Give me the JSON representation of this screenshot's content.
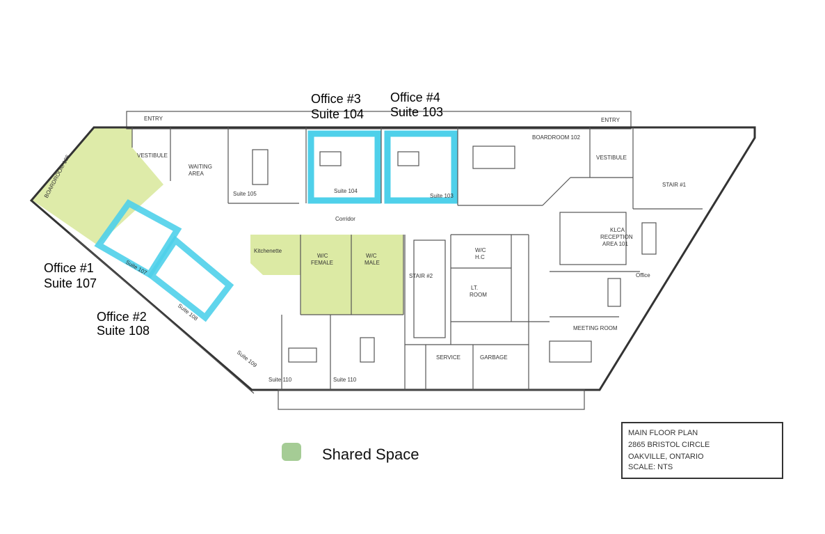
{
  "colors": {
    "shared": "#d8e89a",
    "office": "#4fd0ea",
    "wall": "#333333"
  },
  "rooms": {
    "entry_left": "ENTRY",
    "entry_right": "ENTRY",
    "vestibule_left": "VESTIBULE",
    "vestibule_right": "VESTIBULE",
    "waiting_1": "WAITING",
    "waiting_2": "AREA",
    "boardroom_106": "BOARDROOM 106",
    "suite_105": "Suite 105",
    "suite_104": "Suite 104",
    "suite_103": "Suite 103",
    "boardroom_102": "BOARDROOM 102",
    "stair_1": "STAIR #1",
    "corridor": "Corridor",
    "kitchenette": "Kitchenette",
    "wc_female_1": "W/C",
    "wc_female_2": "FEMALE",
    "wc_male_1": "W/C",
    "wc_male_2": "MALE",
    "stair_2": "STAIR #2",
    "wc_hc_1": "W/C",
    "wc_hc_2": "H.C",
    "lt_room_1": "LT.",
    "lt_room_2": "ROOM",
    "reception_1": "KLCA",
    "reception_2": "RECEPTION",
    "reception_3": "AREA 101",
    "office": "Office",
    "meeting_room": "MEETING ROOM",
    "service": "SERVICE",
    "garbage": "GARBAGE",
    "suite_107": "Suite 107",
    "suite_108": "Suite 108",
    "suite_109": "Suite 109",
    "suite_110_a": "Suite 110",
    "suite_110_b": "Suite 110"
  },
  "annotations": {
    "office1": {
      "title": "Office #1",
      "suite": "Suite 107"
    },
    "office2": {
      "title": "Office #2",
      "suite": "Suite 108"
    },
    "office3": {
      "title": "Office #3",
      "suite": "Suite 104"
    },
    "office4": {
      "title": "Office #4",
      "suite": "Suite 103"
    }
  },
  "legend": {
    "shared": "Shared Space"
  },
  "title_block": {
    "line1": "MAIN FLOOR PLAN",
    "line2": "2865 BRISTOL CIRCLE",
    "line3": "OAKVILLE, ONTARIO",
    "line4": "SCALE: NTS"
  }
}
